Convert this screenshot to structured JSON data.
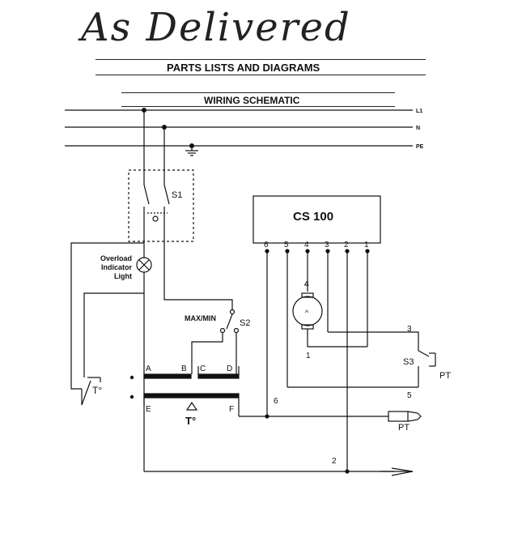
{
  "handwriting": "As Delivered",
  "header": {
    "title": "PARTS LISTS AND DIAGRAMS",
    "subtitle": "WIRING SCHEMATIC"
  },
  "lines": {
    "l1": "L1",
    "n": "N",
    "pe": "PE"
  },
  "switch_s1": "S1",
  "lamp": {
    "line1": "Overload",
    "line2": "Indicator",
    "line3": "Light"
  },
  "maxmin": "MAX/MIN",
  "switch_s2": "S2",
  "controller": {
    "name": "CS 100",
    "pins": [
      "6",
      "5",
      "4",
      "3",
      "2",
      "1"
    ]
  },
  "motor": {
    "top": "4",
    "bottom": "1",
    "symbol": "^"
  },
  "transformer": {
    "primary": [
      "A",
      "B",
      "C",
      "D"
    ],
    "secondary_left": "E",
    "secondary_right": "F",
    "symbol": "T°"
  },
  "thermostat": "T°",
  "switch_s3": "S3",
  "pt": "PT",
  "wires": {
    "w3": "3",
    "w5": "5",
    "w6": "6",
    "w2": "2"
  }
}
